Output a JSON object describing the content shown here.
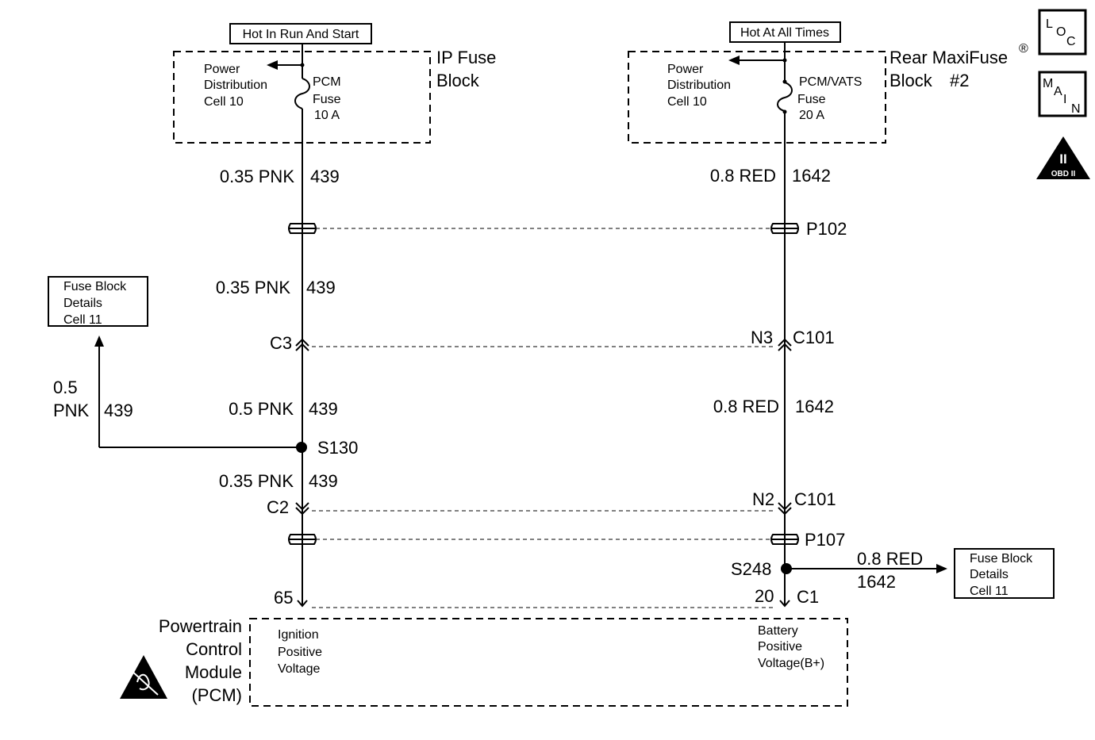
{
  "ip_fuse_block": {
    "feed_label": "Hot In Run And Start",
    "title_line1": "IP Fuse",
    "title_line2": "Block",
    "pd_line1": "Power",
    "pd_line2": "Distribution",
    "pd_line3": "Cell 10",
    "fuse_line1": "PCM",
    "fuse_line2": "Fuse",
    "fuse_line3": "10 A"
  },
  "rear_maxifuse_block": {
    "feed_label": "Hot At All Times",
    "title_line1": "Rear MaxiFuse",
    "title_line2": "Block",
    "title_number": "#2",
    "registered": "®",
    "pd_line1": "Power",
    "pd_line2": "Distribution",
    "pd_line3": "Cell 10",
    "fuse_line1": "PCM/VATS",
    "fuse_line2": "Fuse",
    "fuse_line3": "20 A"
  },
  "badges": {
    "loc": [
      "L",
      "O",
      "C"
    ],
    "main": [
      "M",
      "A",
      "I",
      "N"
    ],
    "obd_numeral": "II",
    "obd_text": "OBD II"
  },
  "left_circuit": {
    "wire1": {
      "size_color": "0.35 PNK",
      "circuit": "439"
    },
    "wire2": {
      "size_color": "0.35 PNK",
      "circuit": "439"
    },
    "connector_c3": "C3",
    "wire3": {
      "size_color": "0.5 PNK",
      "circuit": "439"
    },
    "splice": "S130",
    "wire4": {
      "size_color": "0.35 PNK",
      "circuit": "439"
    },
    "connector_c2": "C2",
    "pcm_pin": "65",
    "branch": {
      "size": "0.5",
      "color": "PNK",
      "circuit": "439"
    },
    "ref_box": {
      "line1": "Fuse Block",
      "line2": "Details",
      "line3": "Cell 11"
    }
  },
  "right_circuit": {
    "wire1": {
      "size_color": "0.8 RED",
      "circuit": "1642"
    },
    "p102": "P102",
    "n3": "N3",
    "c101_upper": "C101",
    "wire2": {
      "size_color": "0.8 RED",
      "circuit": "1642"
    },
    "n2": "N2",
    "c101_lower": "C101",
    "p107": "P107",
    "splice": "S248",
    "pcm_pin": "20",
    "connector_c1": "C1",
    "branch": {
      "size_color": "0.8 RED",
      "circuit": "1642"
    },
    "ref_box": {
      "line1": "Fuse Block",
      "line2": "Details",
      "line3": "Cell 11"
    }
  },
  "pcm": {
    "name_line1": "Powertrain",
    "name_line2": "Control",
    "name_line3": "Module",
    "name_line4": "(PCM)",
    "left_line1": "Ignition",
    "left_line2": "Positive",
    "left_line3": "Voltage",
    "right_line1": "Battery",
    "right_line2": "Positive",
    "right_line3": "Voltage(B+)"
  }
}
